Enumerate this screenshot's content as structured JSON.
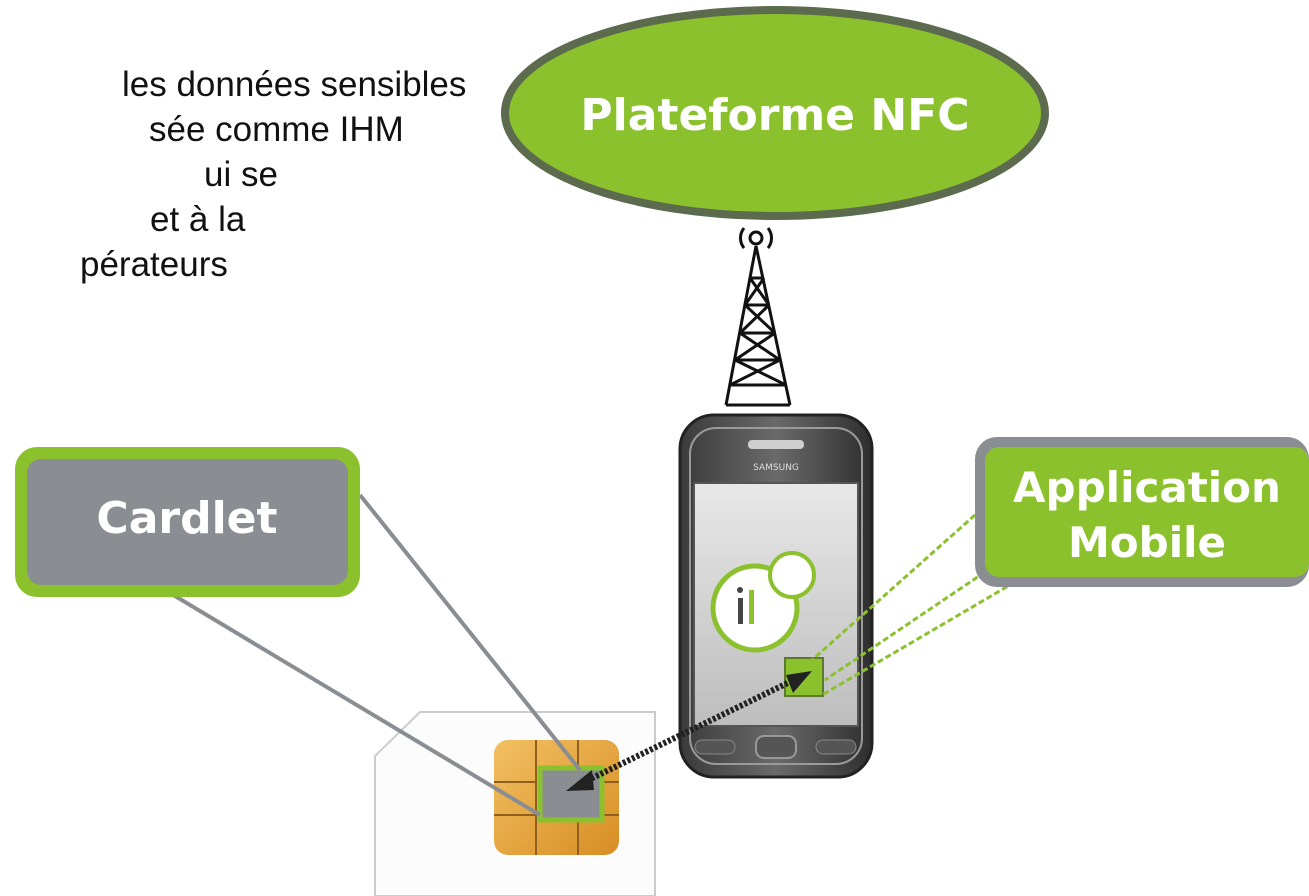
{
  "text_lines": [
    {
      "text": "les données sensibles",
      "indent": 122
    },
    {
      "text": "sée comme IHM",
      "indent": 149
    },
    {
      "text": "ui se",
      "indent": 204
    },
    {
      "text": "et à la",
      "indent": 150
    },
    {
      "text": "pérateurs",
      "indent": 80
    }
  ],
  "labels": {
    "platform": "Plateforme NFC",
    "cardlet": "Cardlet",
    "app_line1": "Application",
    "app_line2": "Mobile",
    "phone_brand": "SAMSUNG"
  },
  "colors": {
    "green": "#8cc12e",
    "green_border": "#5c6a4e",
    "gray_box": "#8a8d92",
    "chip_gold": "#e8a93a"
  }
}
